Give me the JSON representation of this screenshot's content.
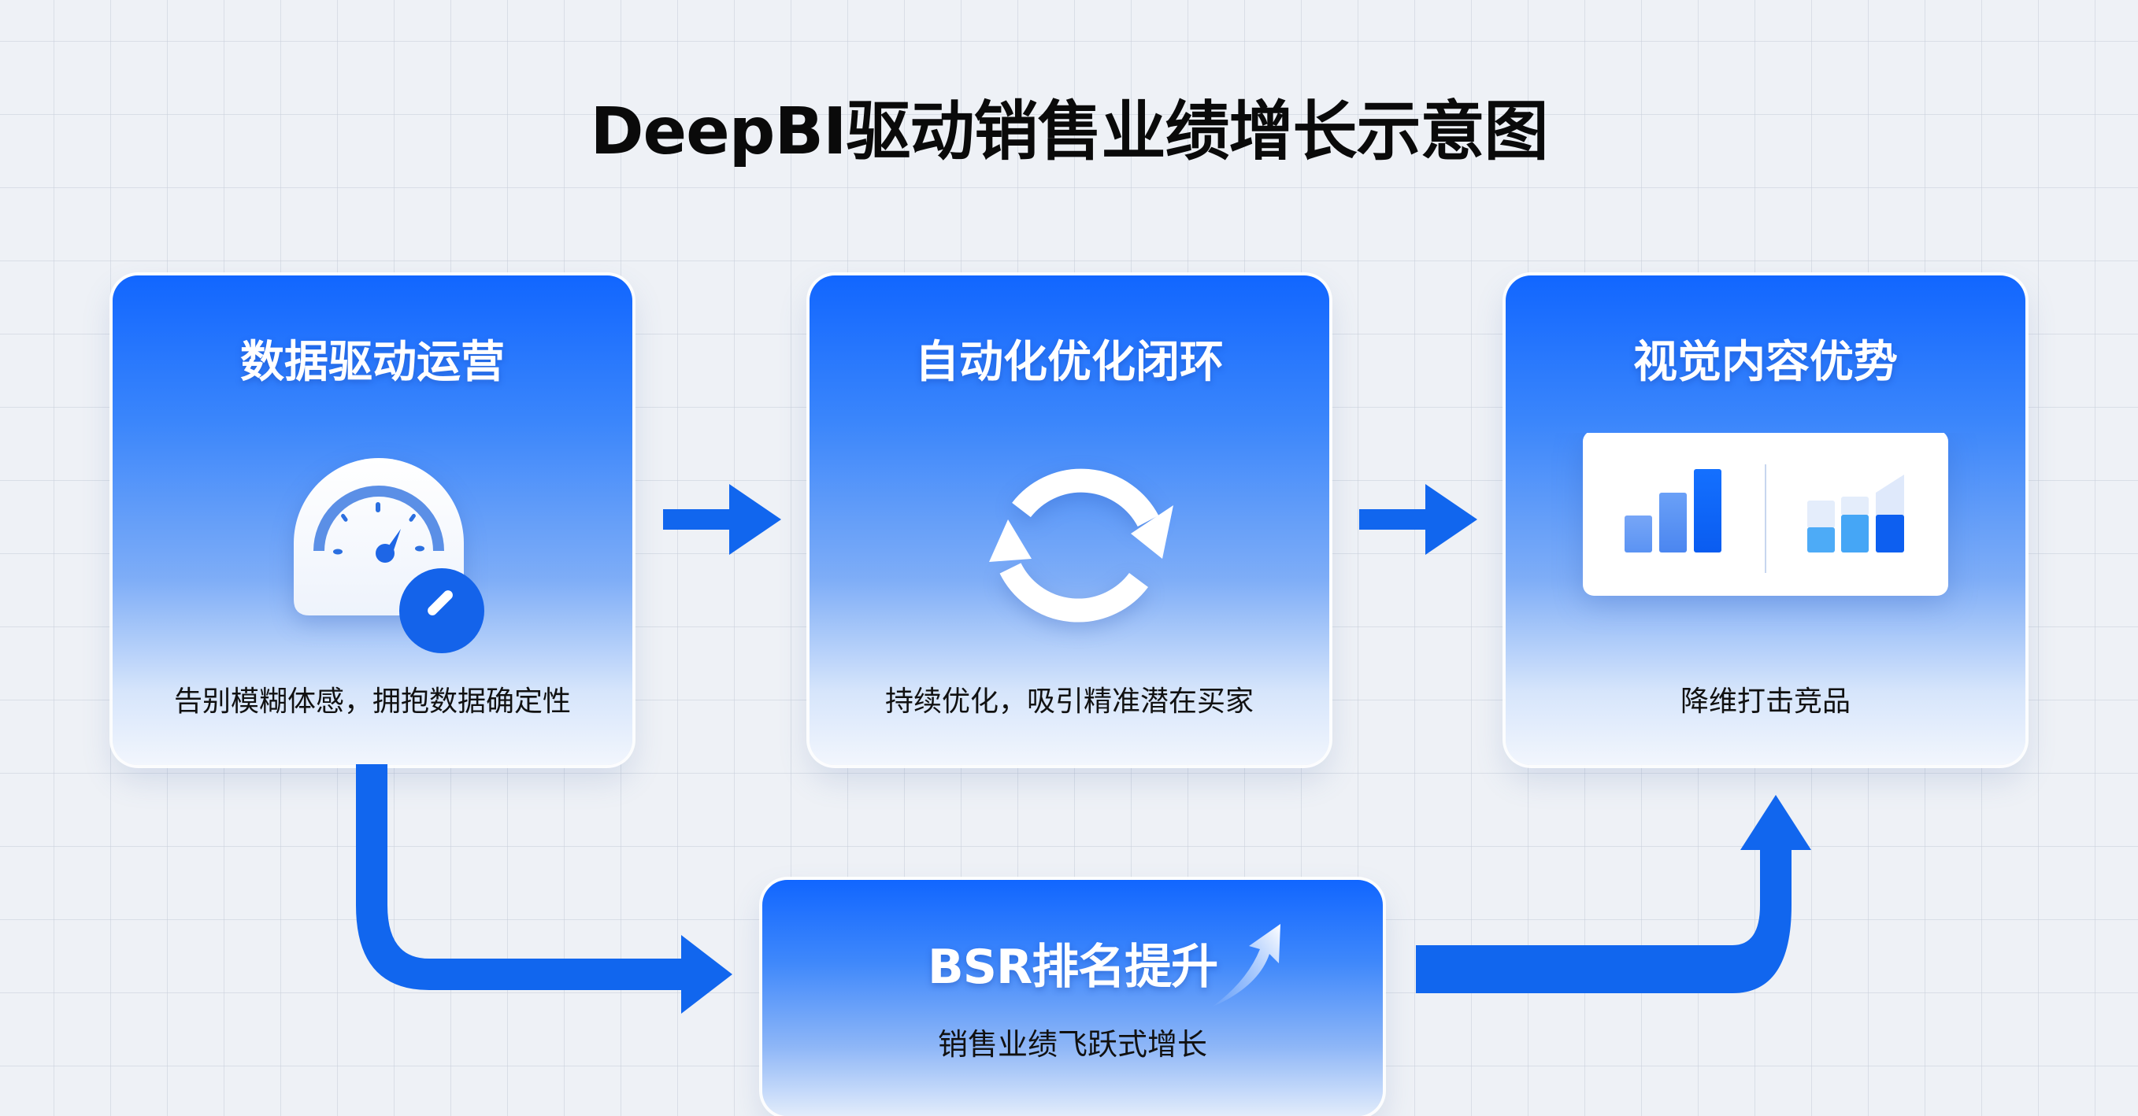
{
  "title": "DeepBI驱动销售业绩增长示意图",
  "colors": {
    "accent": "#1166ff",
    "background": "#eef1f6",
    "text_dark": "#111111",
    "text_light": "#ffffff"
  },
  "cards": [
    {
      "title": "数据驱动运营",
      "description": "告别模糊体感，拥抱数据确定性",
      "icon": "speedometer-gauge-icon"
    },
    {
      "title": "自动化优化闭环",
      "description": "持续优化，吸引精准潜在买家",
      "icon": "refresh-cycle-icon"
    },
    {
      "title": "视觉内容优势",
      "description": "降维打击竞品",
      "icon": "bar-chart-comparison-icon"
    }
  ],
  "result": {
    "title": "BSR排名提升",
    "description": "销售业绩飞跃式增长",
    "icon": "trend-up-arrow-icon"
  },
  "flow": [
    {
      "from": "数据驱动运营",
      "to": "自动化优化闭环"
    },
    {
      "from": "自动化优化闭环",
      "to": "视觉内容优势"
    },
    {
      "from": "数据驱动运营",
      "to": "BSR排名提升"
    },
    {
      "from": "BSR排名提升",
      "to": "视觉内容优势"
    }
  ]
}
